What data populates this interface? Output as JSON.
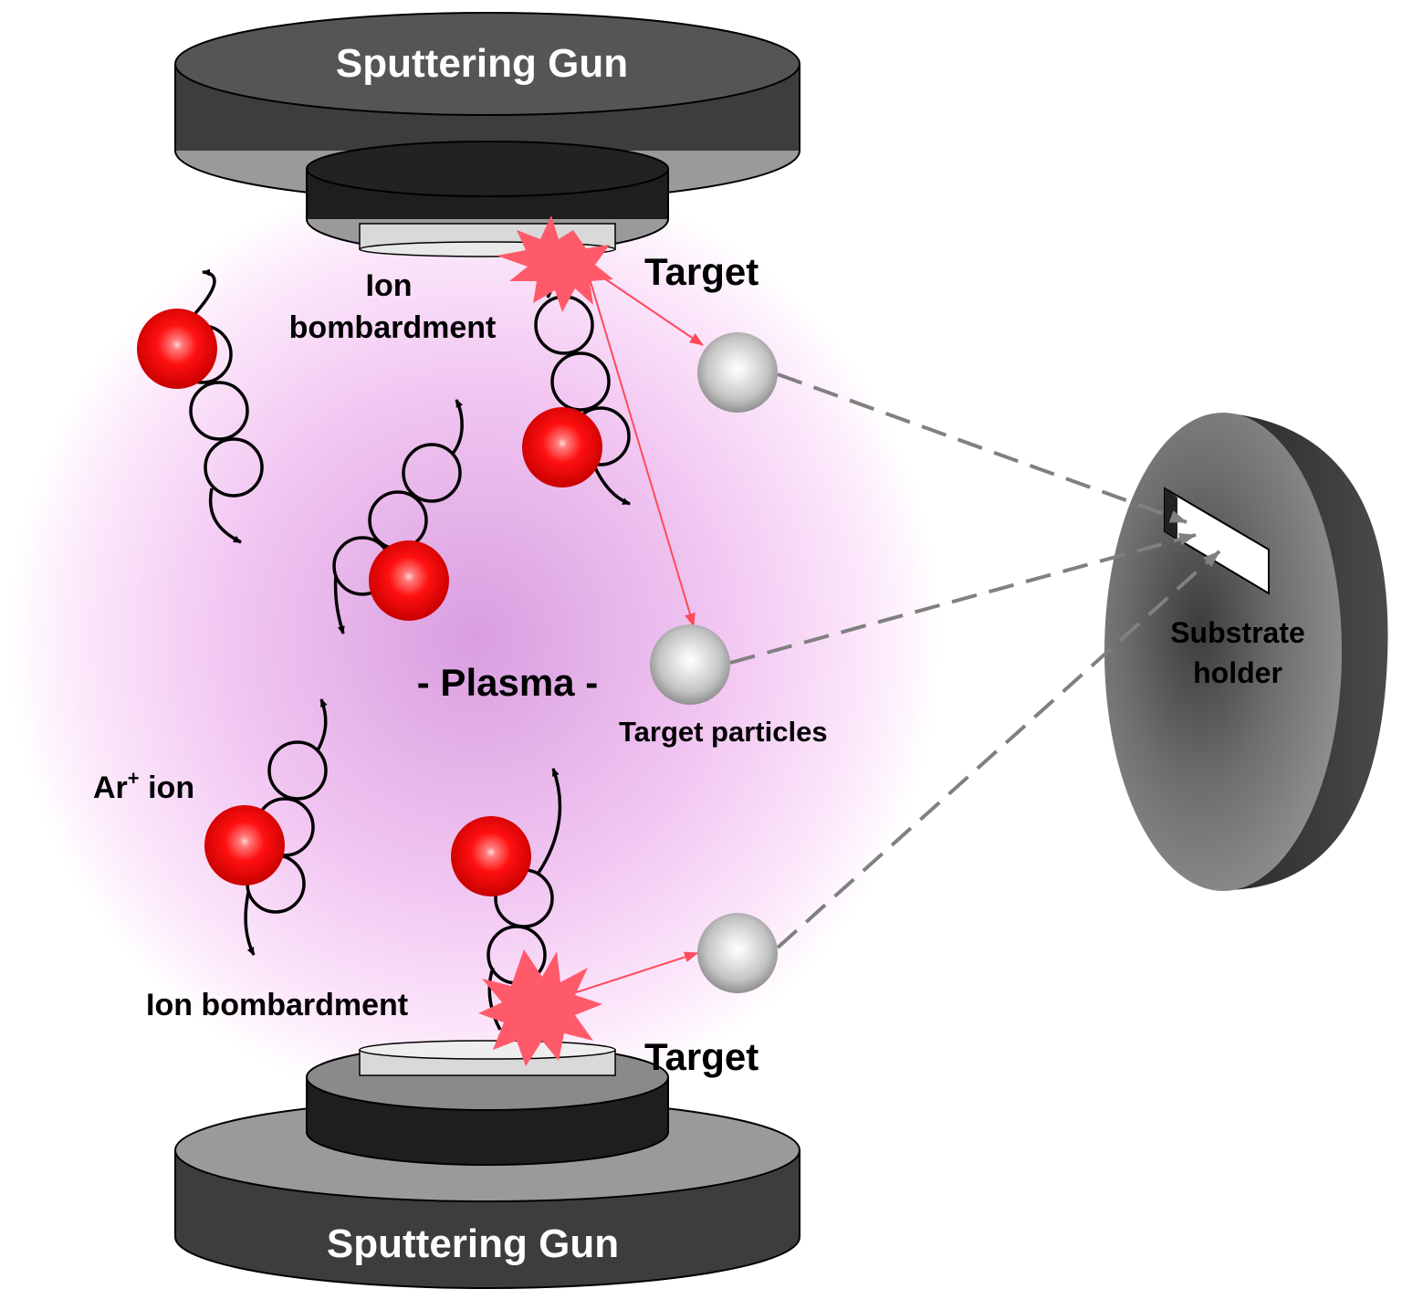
{
  "labels": {
    "gun_top": "Sputtering Gun",
    "gun_bottom": "Sputtering Gun",
    "target_top": "Target",
    "target_bottom": "Target",
    "ion_bombardment_top_line1": "Ion",
    "ion_bombardment_top_line2": "bombardment",
    "ion_bombardment_bottom": "Ion bombardment",
    "plasma": "- Plasma -",
    "target_particles": "Target particles",
    "ar_ion_base": "Ar",
    "ar_ion_sup": "+",
    "ar_ion_suffix": " ion",
    "substrate_line1": "Substrate",
    "substrate_line2": "holder"
  },
  "colors": {
    "plasma_center": "#dc9ee0",
    "plasma_edge": "#ffffff",
    "ion_red": "#ff1a1a",
    "particle_gray": "#c8c8c8",
    "gun_dark": "#3a3a3a",
    "gun_light": "#9a9a9a",
    "trajectory_red": "#ff4a5a",
    "dashed_gray": "#808080"
  }
}
